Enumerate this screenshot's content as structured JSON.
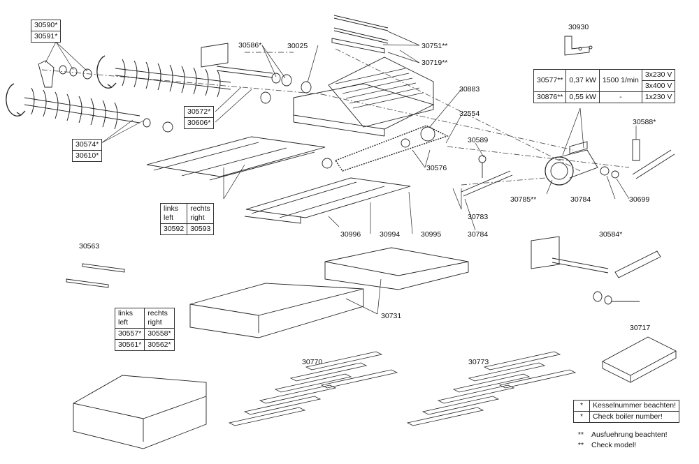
{
  "parts": {
    "p30025": "30025",
    "p30586": "30586*",
    "p30751": "30751**",
    "p30719": "30719**",
    "p30930": "30930",
    "p30883": "30883",
    "p32554": "32554",
    "p30589": "30589",
    "p30576": "30576",
    "p30588": "30588*",
    "p30785": "30785**",
    "p30784a": "30784",
    "p30699": "30699",
    "p30783": "30783",
    "p30784b": "30784",
    "p30996": "30996",
    "p30994": "30994",
    "p30995": "30995",
    "p30563": "30563",
    "p30584": "30584*",
    "p30731": "30731",
    "p30717": "30717",
    "p30770": "30770",
    "p30773": "30773"
  },
  "box_tl": [
    "30590*",
    "30591*"
  ],
  "box_30572": [
    "30572*",
    "30606*"
  ],
  "box_30574": [
    "30574*",
    "30610*"
  ],
  "box_side1": {
    "h1": "links",
    "h1b": "left",
    "h2": "rechts",
    "h2b": "right",
    "v1": "30592",
    "v2": "30593"
  },
  "box_side2": {
    "h1": "links",
    "h1b": "left",
    "h2": "rechts",
    "h2b": "right",
    "r1a": "30557*",
    "r1b": "30558*",
    "r2a": "30561*",
    "r2b": "30562*"
  },
  "motor_table": {
    "r1": [
      "30577**",
      "0,37 kW",
      "1500 1/min",
      "3x230 V",
      "3x400 V"
    ],
    "r2": [
      "30876**",
      "0,55 kW",
      "-",
      "1x230 V"
    ]
  },
  "legend": {
    "s1": "*",
    "t1": "Kesselnummer beachten!",
    "s2": "*",
    "t2": "Check boiler number!",
    "s3": "**",
    "t3": "Ausfuehrung beachten!",
    "s4": "**",
    "t4": "Check model!"
  }
}
